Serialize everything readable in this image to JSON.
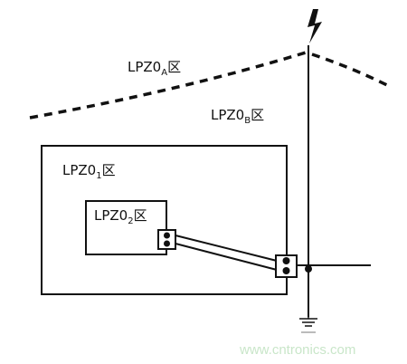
{
  "zones": {
    "lpz0a": {
      "main": "LPZ0",
      "sub": "A",
      "suffix": "区"
    },
    "lpz0b": {
      "main": "LPZ0",
      "sub": "B",
      "suffix": "区"
    },
    "lpz01": {
      "main": "LPZ0",
      "sub": "1",
      "suffix": "区"
    },
    "lpz02": {
      "main": "LPZ0",
      "sub": "2",
      "suffix": "区"
    }
  },
  "watermark": "www.cntronics.com",
  "icons": {
    "lightning": "lightning-bolt-icon",
    "ground": "ground-symbol-icon"
  }
}
